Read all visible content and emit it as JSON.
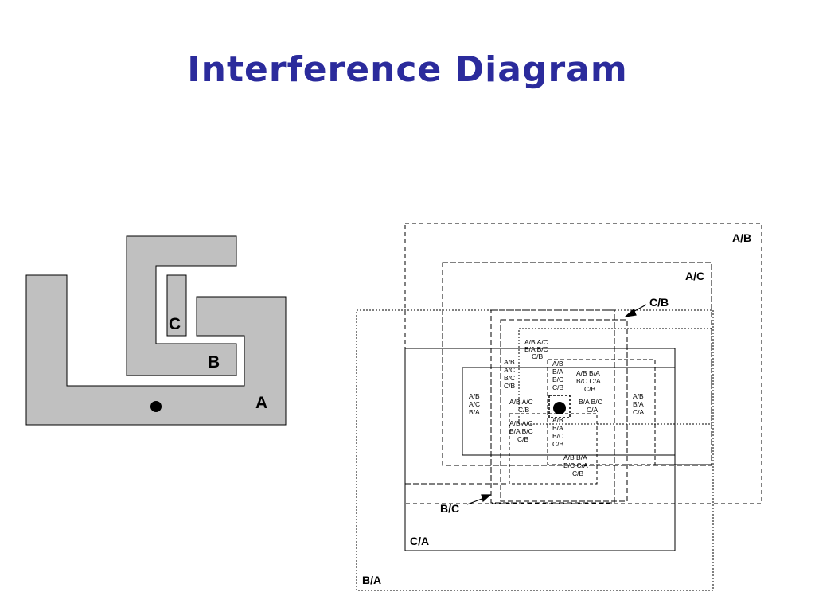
{
  "title": "Interference Diagram",
  "colors": {
    "title": "#2b2b9c",
    "shape_fill": "#c0c0c0"
  },
  "shapes": {
    "labels": {
      "a": "A",
      "b": "B",
      "c": "C"
    }
  },
  "regions": {
    "ab": "A/B",
    "ac": "A/C",
    "cb": "C/B",
    "bc": "B/C",
    "ca": "C/A",
    "ba": "B/A"
  },
  "small_labels": {
    "top_lines": [
      "A/B A/C",
      "B/A B/C",
      "C/B"
    ],
    "upper_left_col": [
      "A/B",
      "A/C",
      "B/C",
      "C/B"
    ],
    "upper_right_col": [
      "A/B",
      "B/A",
      "B/C",
      "C/B"
    ],
    "upper_right_block": [
      "A/B B/A",
      "B/C C/A",
      "C/B"
    ],
    "far_left": [
      "A/B",
      "A/C",
      "B/A"
    ],
    "center_left": [
      "A/B A/C",
      "C/B"
    ],
    "center_right": [
      "B/A B/C",
      "C/A"
    ],
    "far_right": [
      "A/B",
      "B/A",
      "C/A"
    ],
    "lower_left_block": [
      "A/B A/C",
      "B/A B/C",
      "C/B"
    ],
    "lower_right_col": [
      "A/B",
      "B/A",
      "B/C",
      "C/B"
    ],
    "bottom_block": [
      "A/B B/A",
      "B/C C/A",
      "C/B"
    ]
  }
}
